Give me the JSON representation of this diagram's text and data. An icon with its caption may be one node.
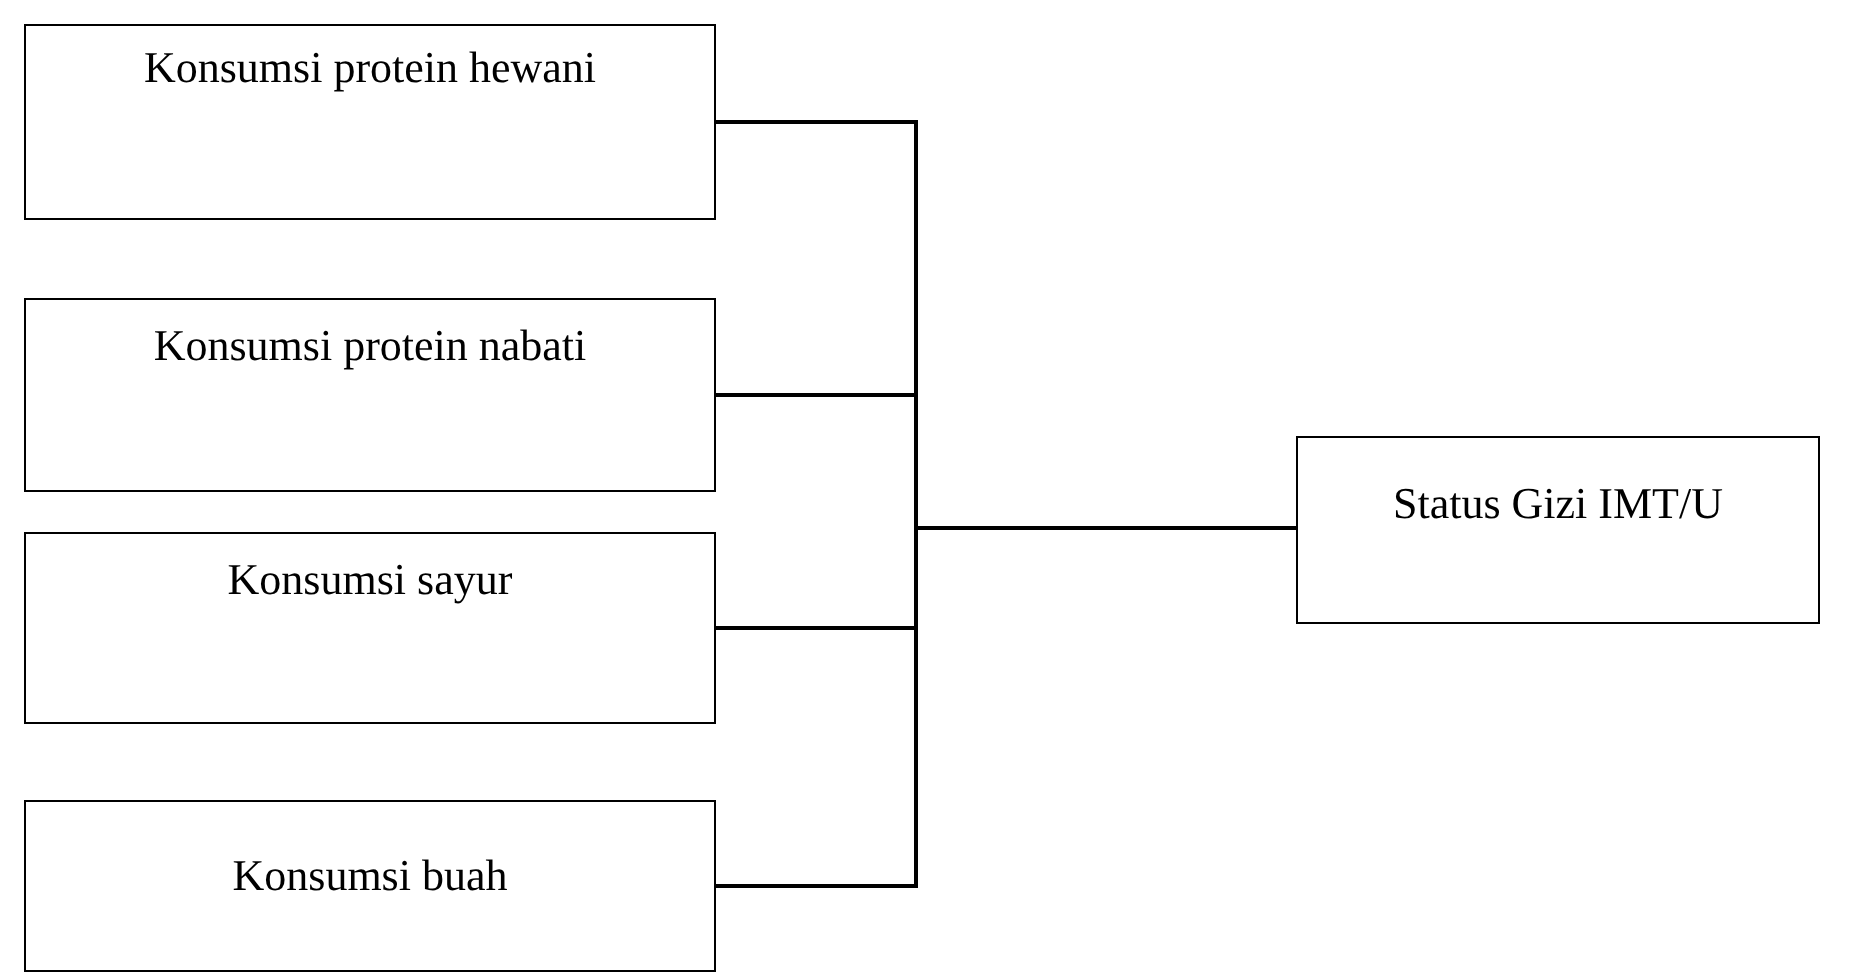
{
  "diagram": {
    "nodes": [
      {
        "text": [
          "Konsumsi protein hewani"
        ]
      },
      {
        "text": [
          "Konsumsi protein nabati"
        ]
      },
      {
        "text": [
          "Konsumsi sayur"
        ]
      },
      {
        "text": [
          "Konsumsi buah"
        ]
      },
      {
        "text": [
          "Status Gizi IMT/U"
        ]
      }
    ],
    "edges": [
      {
        "from": 0,
        "to": 4,
        "arrow": "none"
      },
      {
        "from": 1,
        "to": 4,
        "arrow": "none"
      },
      {
        "from": 2,
        "to": 4,
        "arrow": "none"
      },
      {
        "from": 3,
        "to": 4,
        "arrow": "none"
      }
    ]
  }
}
